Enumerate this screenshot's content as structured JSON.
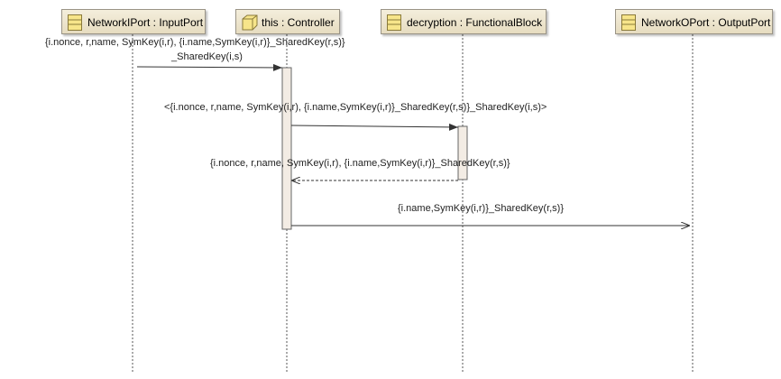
{
  "lifelines": [
    {
      "label": "NetworkIPort : InputPort",
      "icon": "class-icon"
    },
    {
      "label": "this : Controller",
      "icon": "component-cube-icon"
    },
    {
      "label": "decryption : FunctionalBlock",
      "icon": "class-icon"
    },
    {
      "label": "NetworkOPort : OutputPort",
      "icon": "class-icon"
    }
  ],
  "messages": [
    {
      "line1": "{i.nonce, r,name, SymKey(i,r), {i.name,SymKey(i,r)}_SharedKey(r,s)}",
      "line2": "_SharedKey(i,s)",
      "from": "NetworkIPort",
      "to": "Controller",
      "kind": "sync"
    },
    {
      "line1": "<{i.nonce, r,name, SymKey(i,r), {i.name,SymKey(i,r)}_SharedKey(r,s)}_SharedKey(i,s)>",
      "from": "Controller",
      "to": "decryption",
      "kind": "sync"
    },
    {
      "line1": "{i.nonce, r,name, SymKey(i,r), {i.name,SymKey(i,r)}_SharedKey(r,s)}",
      "from": "decryption",
      "to": "Controller",
      "kind": "reply"
    },
    {
      "line1": "{i.name,SymKey(i,r)}_SharedKey(r,s)}",
      "from": "Controller",
      "to": "NetworkOPort",
      "kind": "async"
    }
  ],
  "colors": {
    "header_fill": "#efe8d2",
    "header_border": "#9a9486",
    "activation_fill": "#f3ece4",
    "line": "#333333"
  }
}
